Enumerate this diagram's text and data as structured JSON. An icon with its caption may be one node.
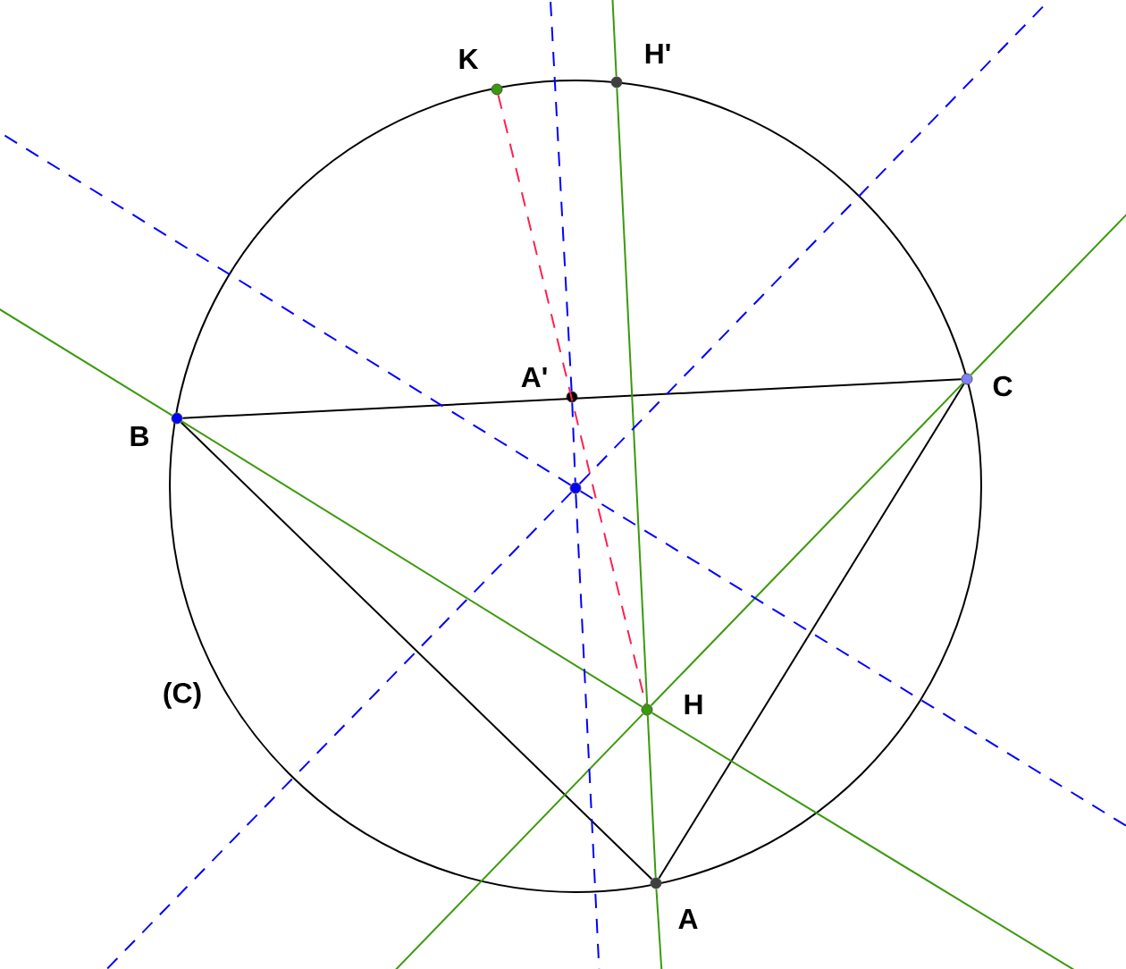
{
  "diagram": {
    "nodes": [
      {
        "text": [],
        "shape": "circle",
        "beside": [
          "K"
        ]
      },
      {
        "text": [],
        "shape": "circle",
        "beside": [
          "H'"
        ]
      },
      {
        "text": [],
        "shape": "circle",
        "beside": [
          "A'"
        ]
      },
      {
        "text": [],
        "shape": "circle",
        "beside": [
          "C"
        ]
      },
      {
        "text": [],
        "shape": "circle",
        "beside": [
          "B"
        ]
      },
      {
        "text": [],
        "shape": "circle"
      },
      {
        "text": [],
        "shape": "circle",
        "beside": [
          "H"
        ]
      },
      {
        "text": [],
        "shape": "circle",
        "beside": [
          "A"
        ]
      }
    ],
    "edges": [
      {
        "from": 4,
        "to": 3,
        "arrow": "none",
        "color": "#000000"
      },
      {
        "from": 4,
        "to": 7,
        "arrow": "none",
        "color": "#000000"
      },
      {
        "from": 3,
        "to": 7,
        "arrow": "none",
        "color": "#000000"
      },
      {
        "from": 0,
        "to": 6,
        "arrow": "none",
        "style": "dashed",
        "color": "#ff2050"
      },
      {
        "from": 4,
        "to": 6,
        "arrow": "none",
        "color": "#3a9a0a"
      },
      {
        "from": 1,
        "to": 7,
        "arrow": "none",
        "color": "#3a9a0a"
      },
      {
        "from": 3,
        "to": 6,
        "arrow": "none",
        "color": "#3a9a0a"
      },
      {
        "from": 2,
        "to": 5,
        "arrow": "none",
        "style": "dashed",
        "color": "#0000ff"
      },
      {
        "from": 4,
        "to": null,
        "arrow": "none",
        "color": "#3a9a0a"
      },
      {
        "from": 6,
        "to": null,
        "arrow": "none",
        "color": "#3a9a0a"
      },
      {
        "from": 1,
        "to": null,
        "arrow": "none",
        "color": "#3a9a0a"
      },
      {
        "from": 7,
        "to": null,
        "arrow": "none",
        "color": "#3a9a0a"
      },
      {
        "from": 3,
        "to": null,
        "arrow": "none",
        "color": "#3a9a0a"
      },
      {
        "from": 6,
        "to": null,
        "arrow": "none",
        "color": "#3a9a0a"
      },
      {
        "from": 2,
        "to": null,
        "arrow": "none",
        "style": "dashed",
        "color": "#0000ff"
      },
      {
        "from": 5,
        "to": null,
        "arrow": "none",
        "style": "dashed",
        "color": "#0000ff"
      },
      {
        "from": 5,
        "to": null,
        "arrow": "none",
        "style": "dashed",
        "color": "#0000ff"
      },
      {
        "from": 5,
        "to": null,
        "arrow": "none",
        "style": "dashed",
        "color": "#0000ff"
      },
      {
        "from": 5,
        "to": null,
        "arrow": "none",
        "style": "dashed",
        "color": "#0000ff"
      },
      {
        "from": 5,
        "to": null,
        "arrow": "none",
        "style": "dashed",
        "color": "#0000ff"
      }
    ],
    "labels": [
      "(C)"
    ]
  }
}
